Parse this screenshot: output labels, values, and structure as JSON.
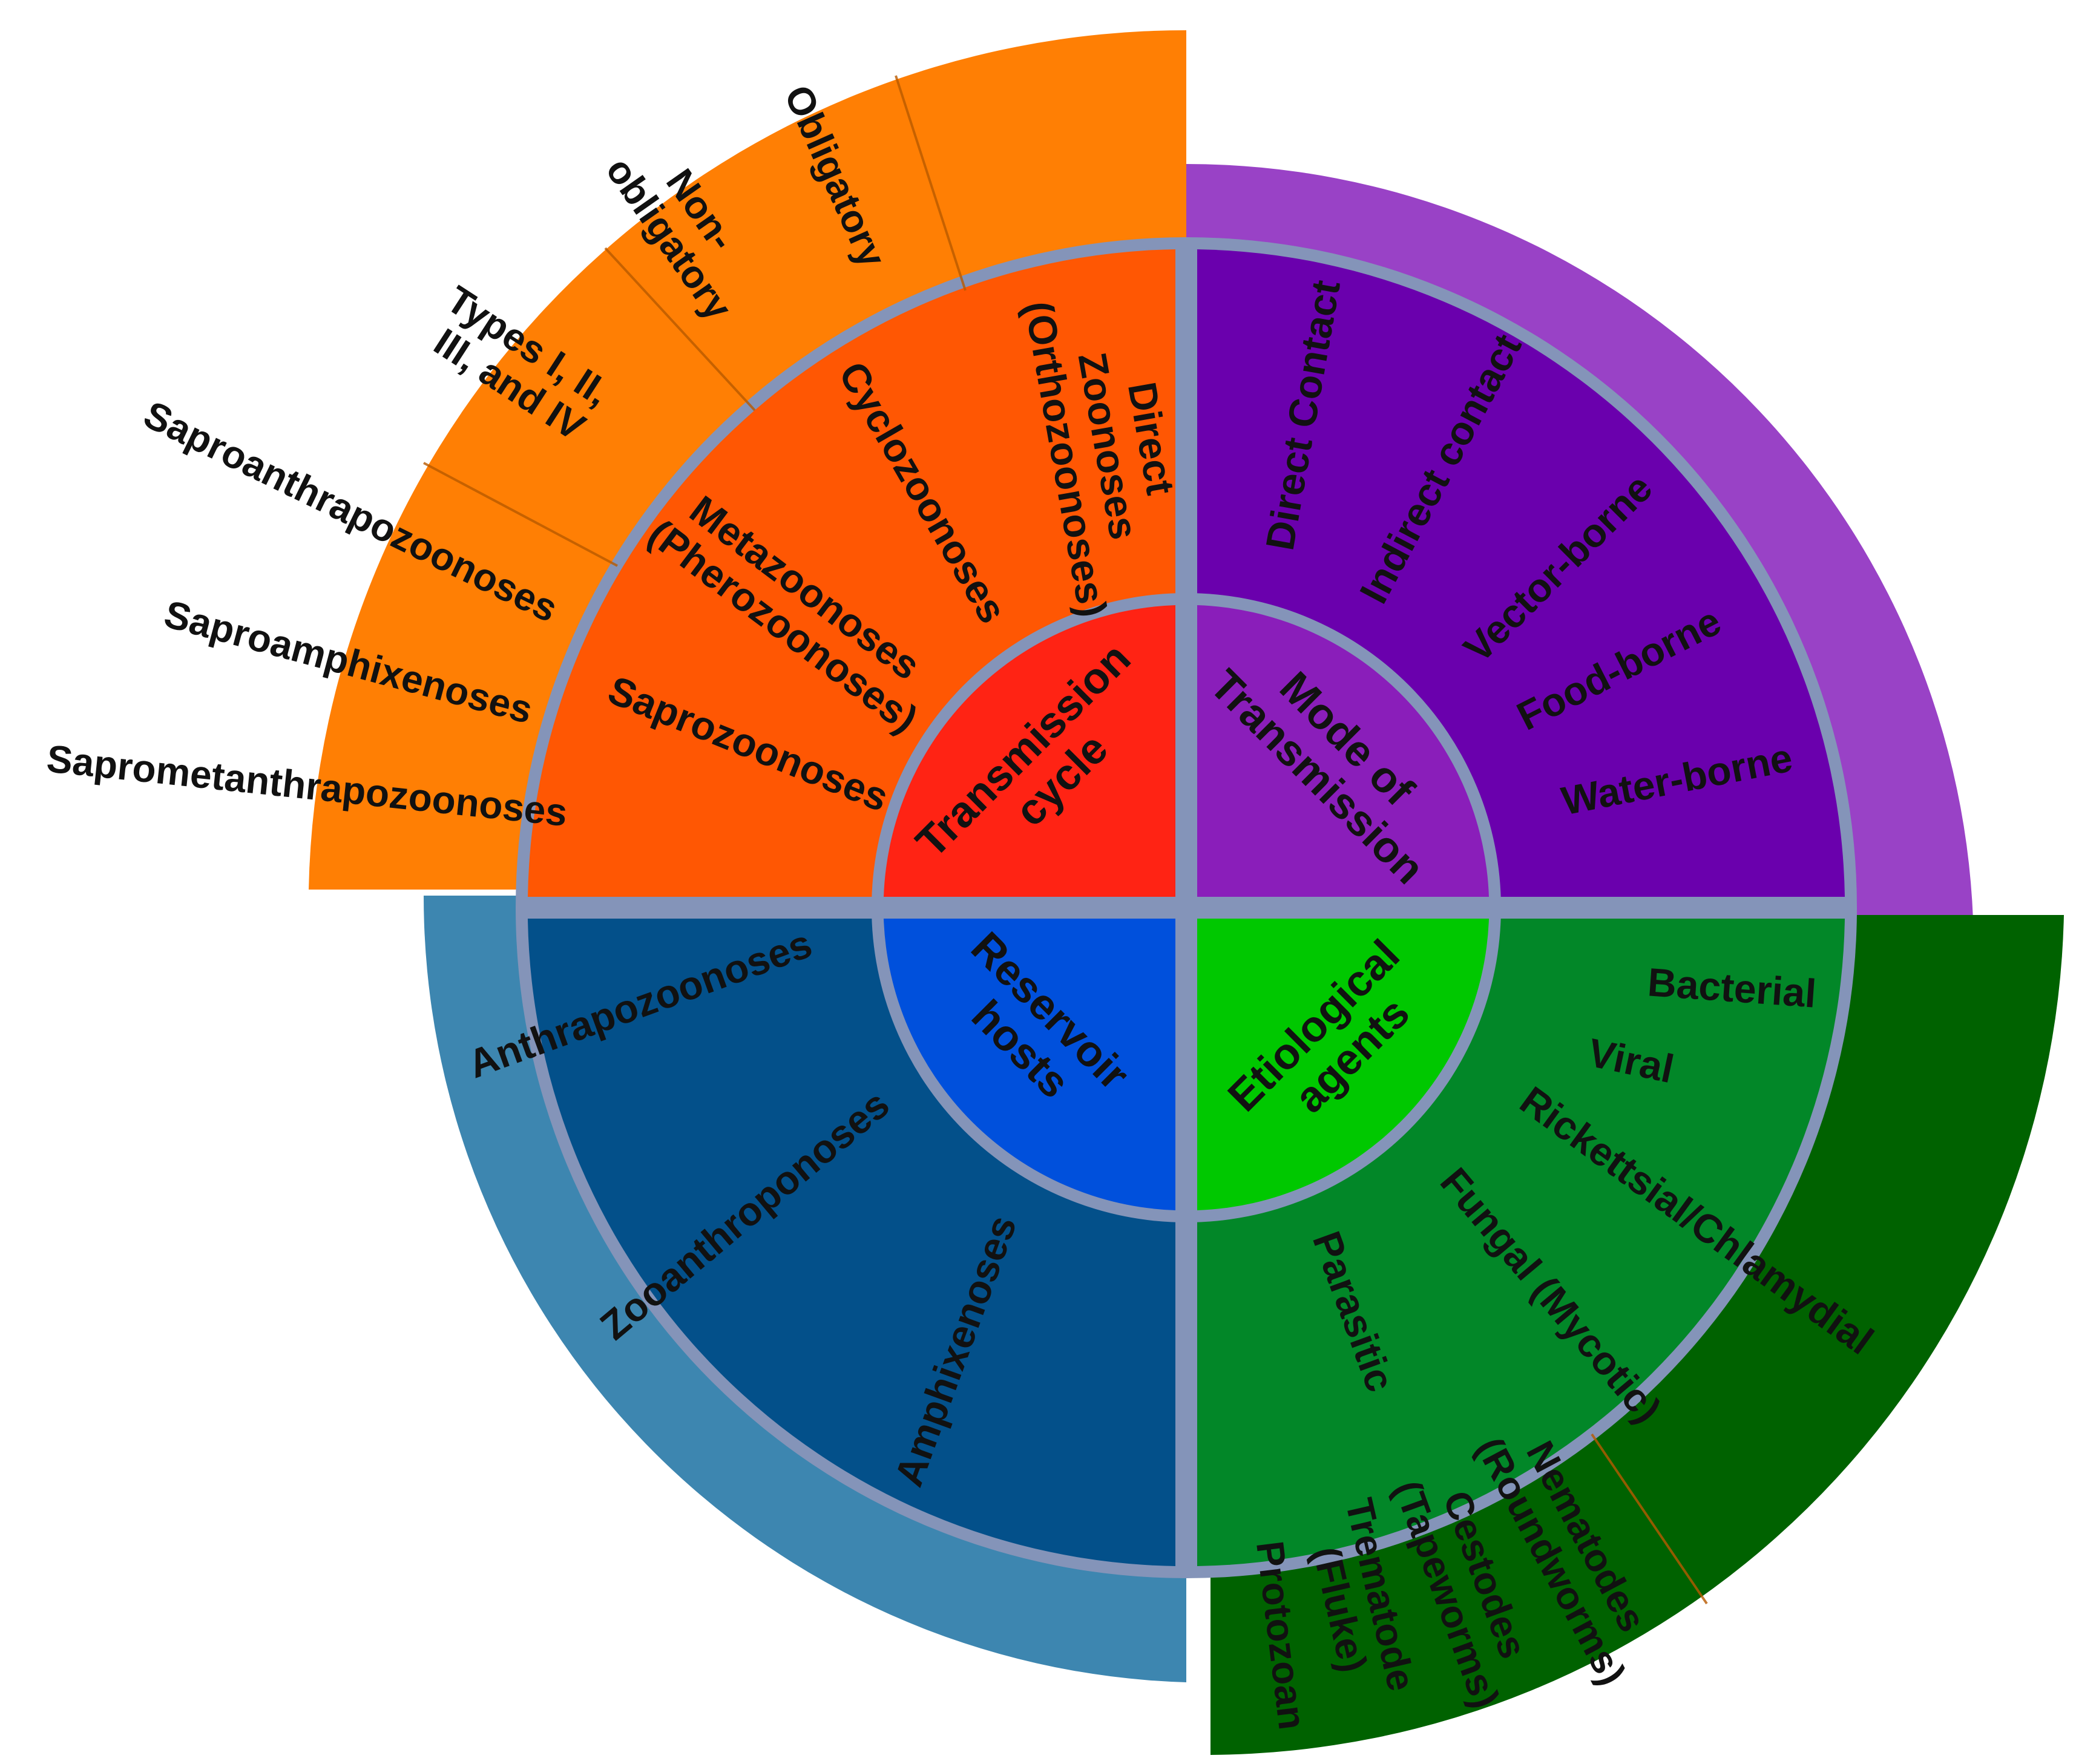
{
  "colors": {
    "transmission_hub": "#ff2314",
    "transmission_mid": "#ff5703",
    "transmission_outer": "#ff7f04",
    "mode_hub": "#8a1eba",
    "mode_mid": "#6a00ad",
    "mode_outer": "#9942c6",
    "reservoir_hub": "#0050dc",
    "reservoir_mid": "#03508a",
    "reservoir_outer": "#3d86b0",
    "etiological_hub": "#00c800",
    "etiological_mid": "#028728",
    "etiological_outer": "#006200",
    "separator": "#8494b9",
    "text": "#111111"
  },
  "quadrants": {
    "transmission": {
      "title": "Transmission cycle",
      "title_lines": [
        "Transmission",
        "cycle"
      ],
      "categories": [
        {
          "lines": [
            "Direct",
            "Zoonoses",
            "(Orthozoonoses)"
          ],
          "subtypes": []
        },
        {
          "lines": [
            "Cyclozoonoses"
          ],
          "subtypes": [
            {
              "lines": [
                "Obligatory"
              ]
            },
            {
              "lines": [
                "Non-",
                "obligatory"
              ]
            }
          ]
        },
        {
          "lines": [
            "Metazoonoses",
            "(Pherozoonoses)"
          ],
          "subtypes": [
            {
              "lines": [
                "Types I, II,",
                "III, and IV"
              ]
            }
          ]
        },
        {
          "lines": [
            "Saprozoonoses"
          ],
          "subtypes": [
            {
              "lines": [
                "Saproanthrapozoonoses"
              ]
            },
            {
              "lines": [
                "Saproamphixenoses"
              ]
            },
            {
              "lines": [
                "Saprometanthrapozoonoses"
              ]
            }
          ]
        }
      ]
    },
    "mode": {
      "title": "Mode of Transmission",
      "title_lines": [
        "Mode of",
        "Transmission"
      ],
      "categories": [
        {
          "lines": [
            "Direct Contact"
          ]
        },
        {
          "lines": [
            "Indirect contact"
          ]
        },
        {
          "lines": [
            "Vector-borne"
          ]
        },
        {
          "lines": [
            "Food-borne"
          ]
        },
        {
          "lines": [
            "Water-borne"
          ]
        }
      ]
    },
    "reservoir": {
      "title": "Reservoir hosts",
      "title_lines": [
        "Reservoir",
        "hosts"
      ],
      "categories": [
        {
          "lines": [
            "Anthrapozoonoses"
          ]
        },
        {
          "lines": [
            "Zooanthroponoses"
          ]
        },
        {
          "lines": [
            "Amphixenoses"
          ]
        }
      ]
    },
    "etiological": {
      "title": "Etiological agents",
      "title_lines": [
        "Etiological",
        "agents"
      ],
      "categories": [
        {
          "lines": [
            "Bacterial"
          ]
        },
        {
          "lines": [
            "Viral"
          ]
        },
        {
          "lines": [
            "Rickettsial/Chlamydial"
          ]
        },
        {
          "lines": [
            "Fungal (Mycotic)"
          ]
        },
        {
          "lines": [
            "Parasitic"
          ]
        }
      ],
      "parasitic_subtypes": [
        {
          "lines": [
            "Nematodes",
            "(Roundworms)"
          ]
        },
        {
          "lines": [
            "Cestodes",
            "(Tapeworms)"
          ]
        },
        {
          "lines": [
            "Trematode",
            "(Fluke)"
          ]
        },
        {
          "lines": [
            "Protozoan"
          ]
        }
      ]
    }
  }
}
